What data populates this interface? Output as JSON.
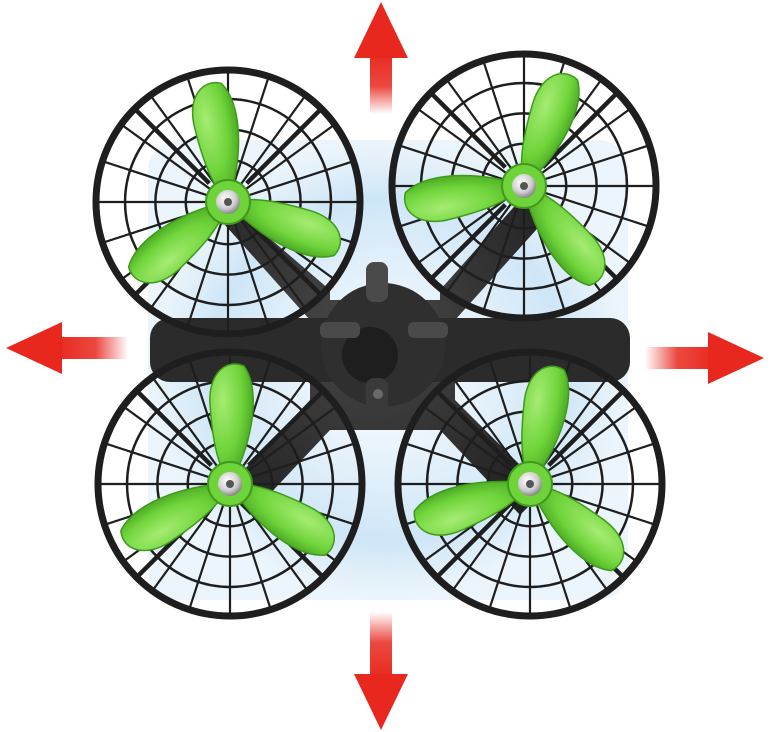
{
  "image": {
    "subject": "quadcopter-drone-top-view",
    "colors": {
      "background": "#ffffff",
      "frame": "#2b2b2b",
      "frame_highlight": "#4a4a4a",
      "guard": "#1e1e1e",
      "propeller": "#6fd43a",
      "propeller_dark": "#3f9a1c",
      "propeller_light": "#a6ec73",
      "hub": "#d9d9d9",
      "glow": "#cfe6f7",
      "arrow": "#e8281e"
    },
    "arrows": [
      {
        "name": "arrow-up",
        "direction": "up"
      },
      {
        "name": "arrow-down",
        "direction": "down"
      },
      {
        "name": "arrow-left",
        "direction": "left"
      },
      {
        "name": "arrow-right",
        "direction": "right"
      }
    ],
    "rotors": [
      {
        "name": "rotor-top-left"
      },
      {
        "name": "rotor-top-right"
      },
      {
        "name": "rotor-bottom-left"
      },
      {
        "name": "rotor-bottom-right"
      }
    ]
  }
}
